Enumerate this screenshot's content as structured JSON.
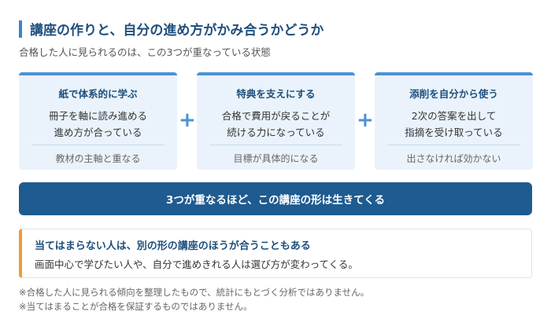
{
  "header": {
    "title": "講座の作りと、自分の進め方がかみ合うかどうか",
    "subtitle": "合格した人に見られるのは、この3つが重なっている状態"
  },
  "cards": [
    {
      "heading": "紙で体系的に学ぶ",
      "line1": "冊子を軸に読み進める",
      "line2": "進め方が合っている",
      "note": "教材の主軸と重なる"
    },
    {
      "heading": "特典を支えにする",
      "line1": "合格で費用が戻ることが",
      "line2": "続ける力になっている",
      "note": "目標が具体的になる"
    },
    {
      "heading": "添削を自分から使う",
      "line1": "2次の答案を出して",
      "line2": "指摘を受け取っている",
      "note": "出さなければ効かない"
    }
  ],
  "plus_symbol": "+",
  "banner": {
    "text": "3つが重なるほど、この講座の形は生きてくる"
  },
  "caution": {
    "title": "当てはまらない人は、別の形の講座のほうが合うこともある",
    "text": "画面中心で学びたい人や、自分で進めきれる人は選び方が変わってくる。"
  },
  "footnotes": [
    "※合格した人に見られる傾向を整理したもので、統計にもとづく分析ではありません。",
    "※当てはまることが合格を保証するものではありません。"
  ],
  "colors": {
    "accent": "#4b92d2",
    "navy": "#1e5b90",
    "orange": "#ef9b33",
    "card_bg": "#eaf3fb"
  }
}
